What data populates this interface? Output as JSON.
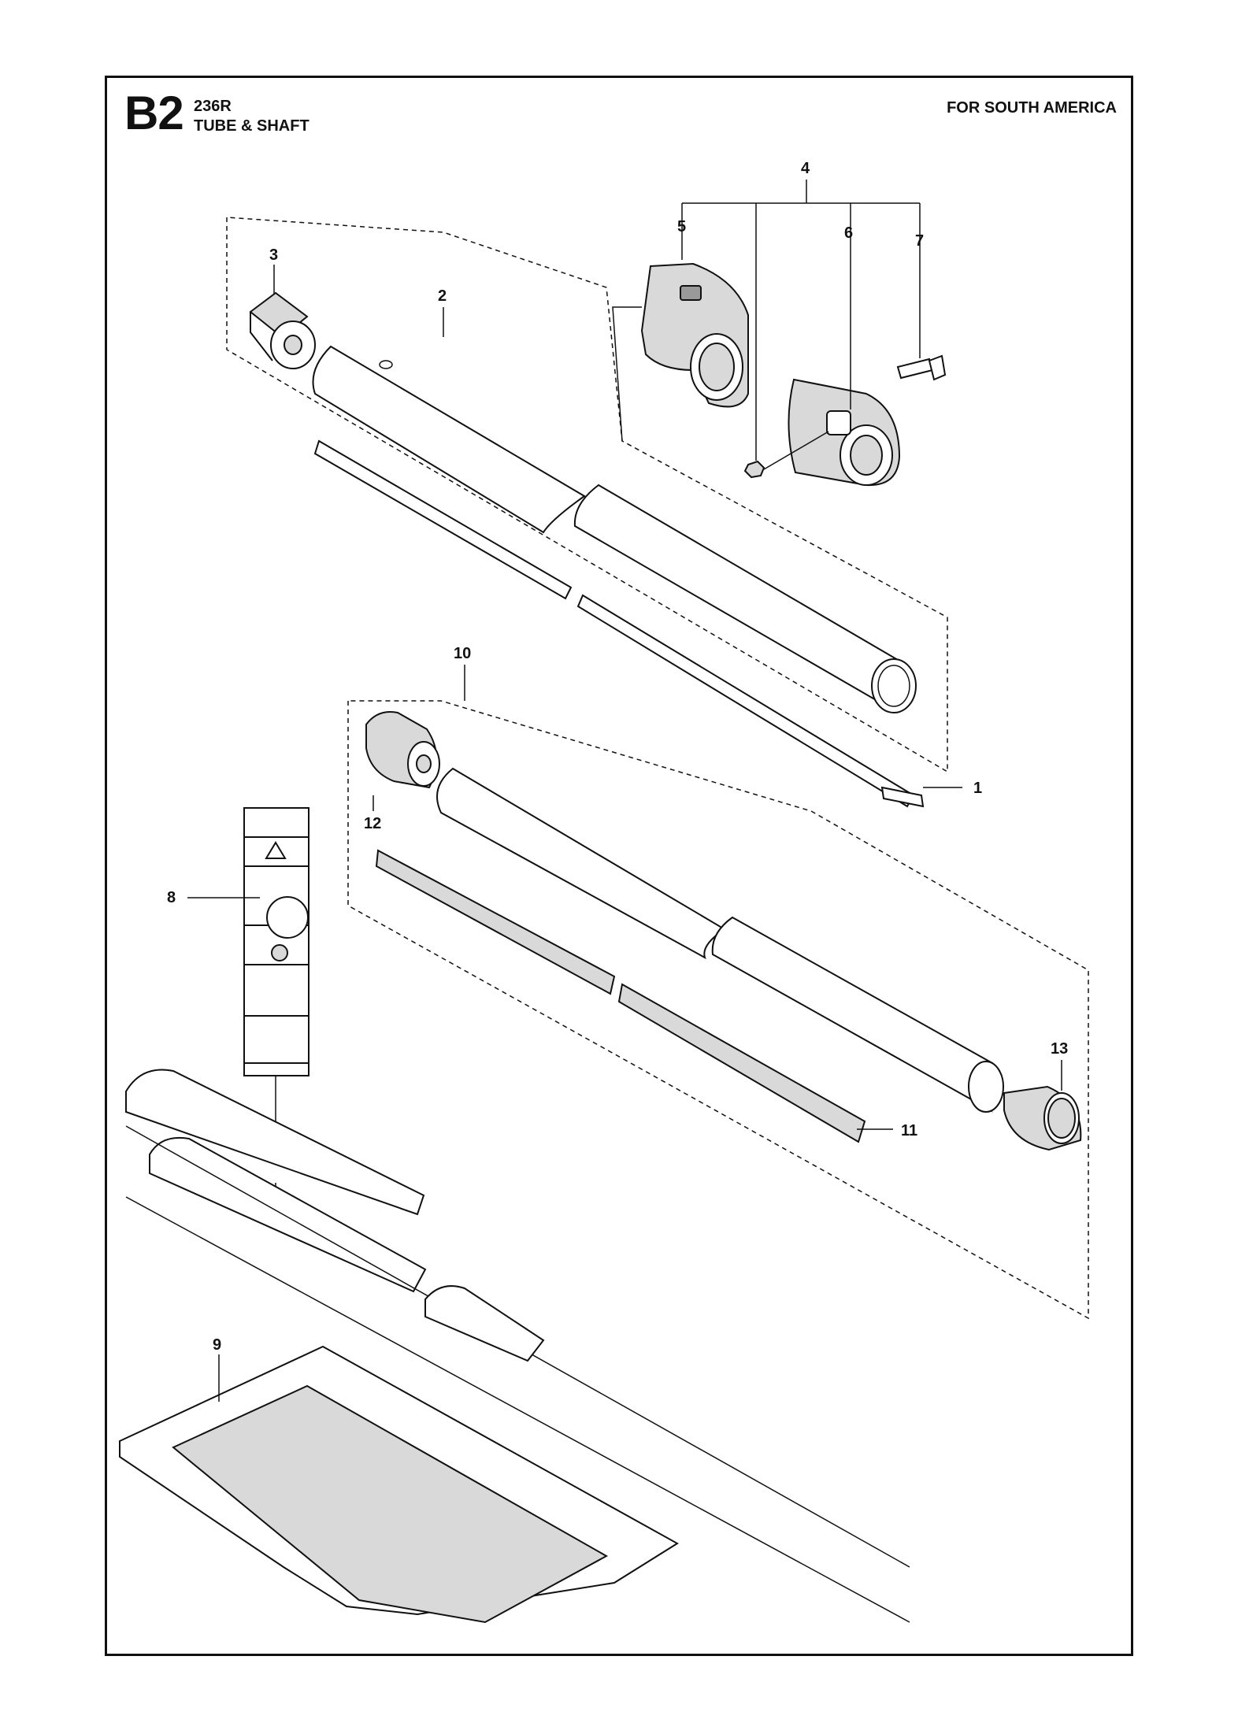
{
  "header": {
    "section_code": "B2",
    "model": "236R",
    "title": "TUBE & SHAFT",
    "region": "FOR SOUTH AMERICA"
  },
  "callouts": [
    "1",
    "2",
    "3",
    "4",
    "5",
    "6",
    "7",
    "8",
    "9",
    "10",
    "11",
    "12",
    "13"
  ],
  "colors": {
    "ink": "#111111",
    "shade": "#d9d9d9",
    "paper": "#ffffff"
  }
}
